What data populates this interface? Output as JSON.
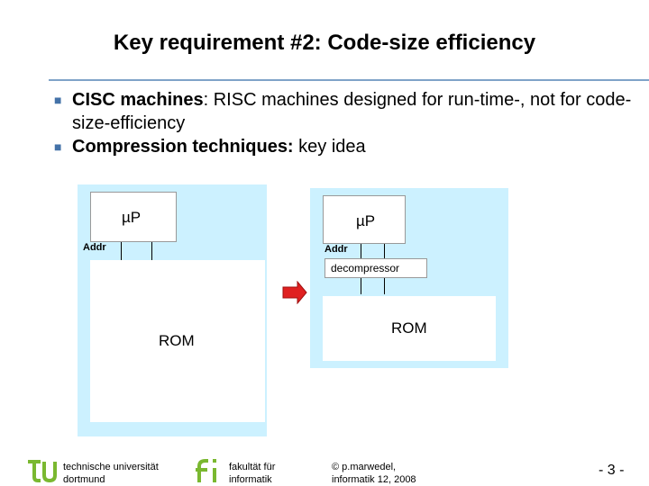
{
  "slide": {
    "title": "Key requirement #2: Code-size efficiency",
    "bullets": [
      {
        "bold": "CISC machines",
        "rest": ": RISC machines designed for run-time-, not for code-size-efficiency"
      },
      {
        "bold": "Compression techniques:",
        "rest": " key idea"
      }
    ]
  },
  "diagram_left": {
    "cpu_label": "µP",
    "addr_label": "Addr",
    "rom_label": "ROM"
  },
  "diagram_right": {
    "cpu_label": "µP",
    "addr_label": "Addr",
    "decompressor_label": "decompressor",
    "rom_label": "ROM"
  },
  "footer": {
    "uni_line1": "technische universität",
    "uni_line2": "dortmund",
    "fac_line1": "fakultät für",
    "fac_line2": "informatik",
    "copy_line1": "© p.marwedel,",
    "copy_line2": "informatik 12,  2008",
    "page": "- 3 -"
  },
  "colors": {
    "panel": "#ccf1ff",
    "arrow": "#e02020",
    "logo": "#7ab830",
    "rule": "#7fa3c8"
  }
}
